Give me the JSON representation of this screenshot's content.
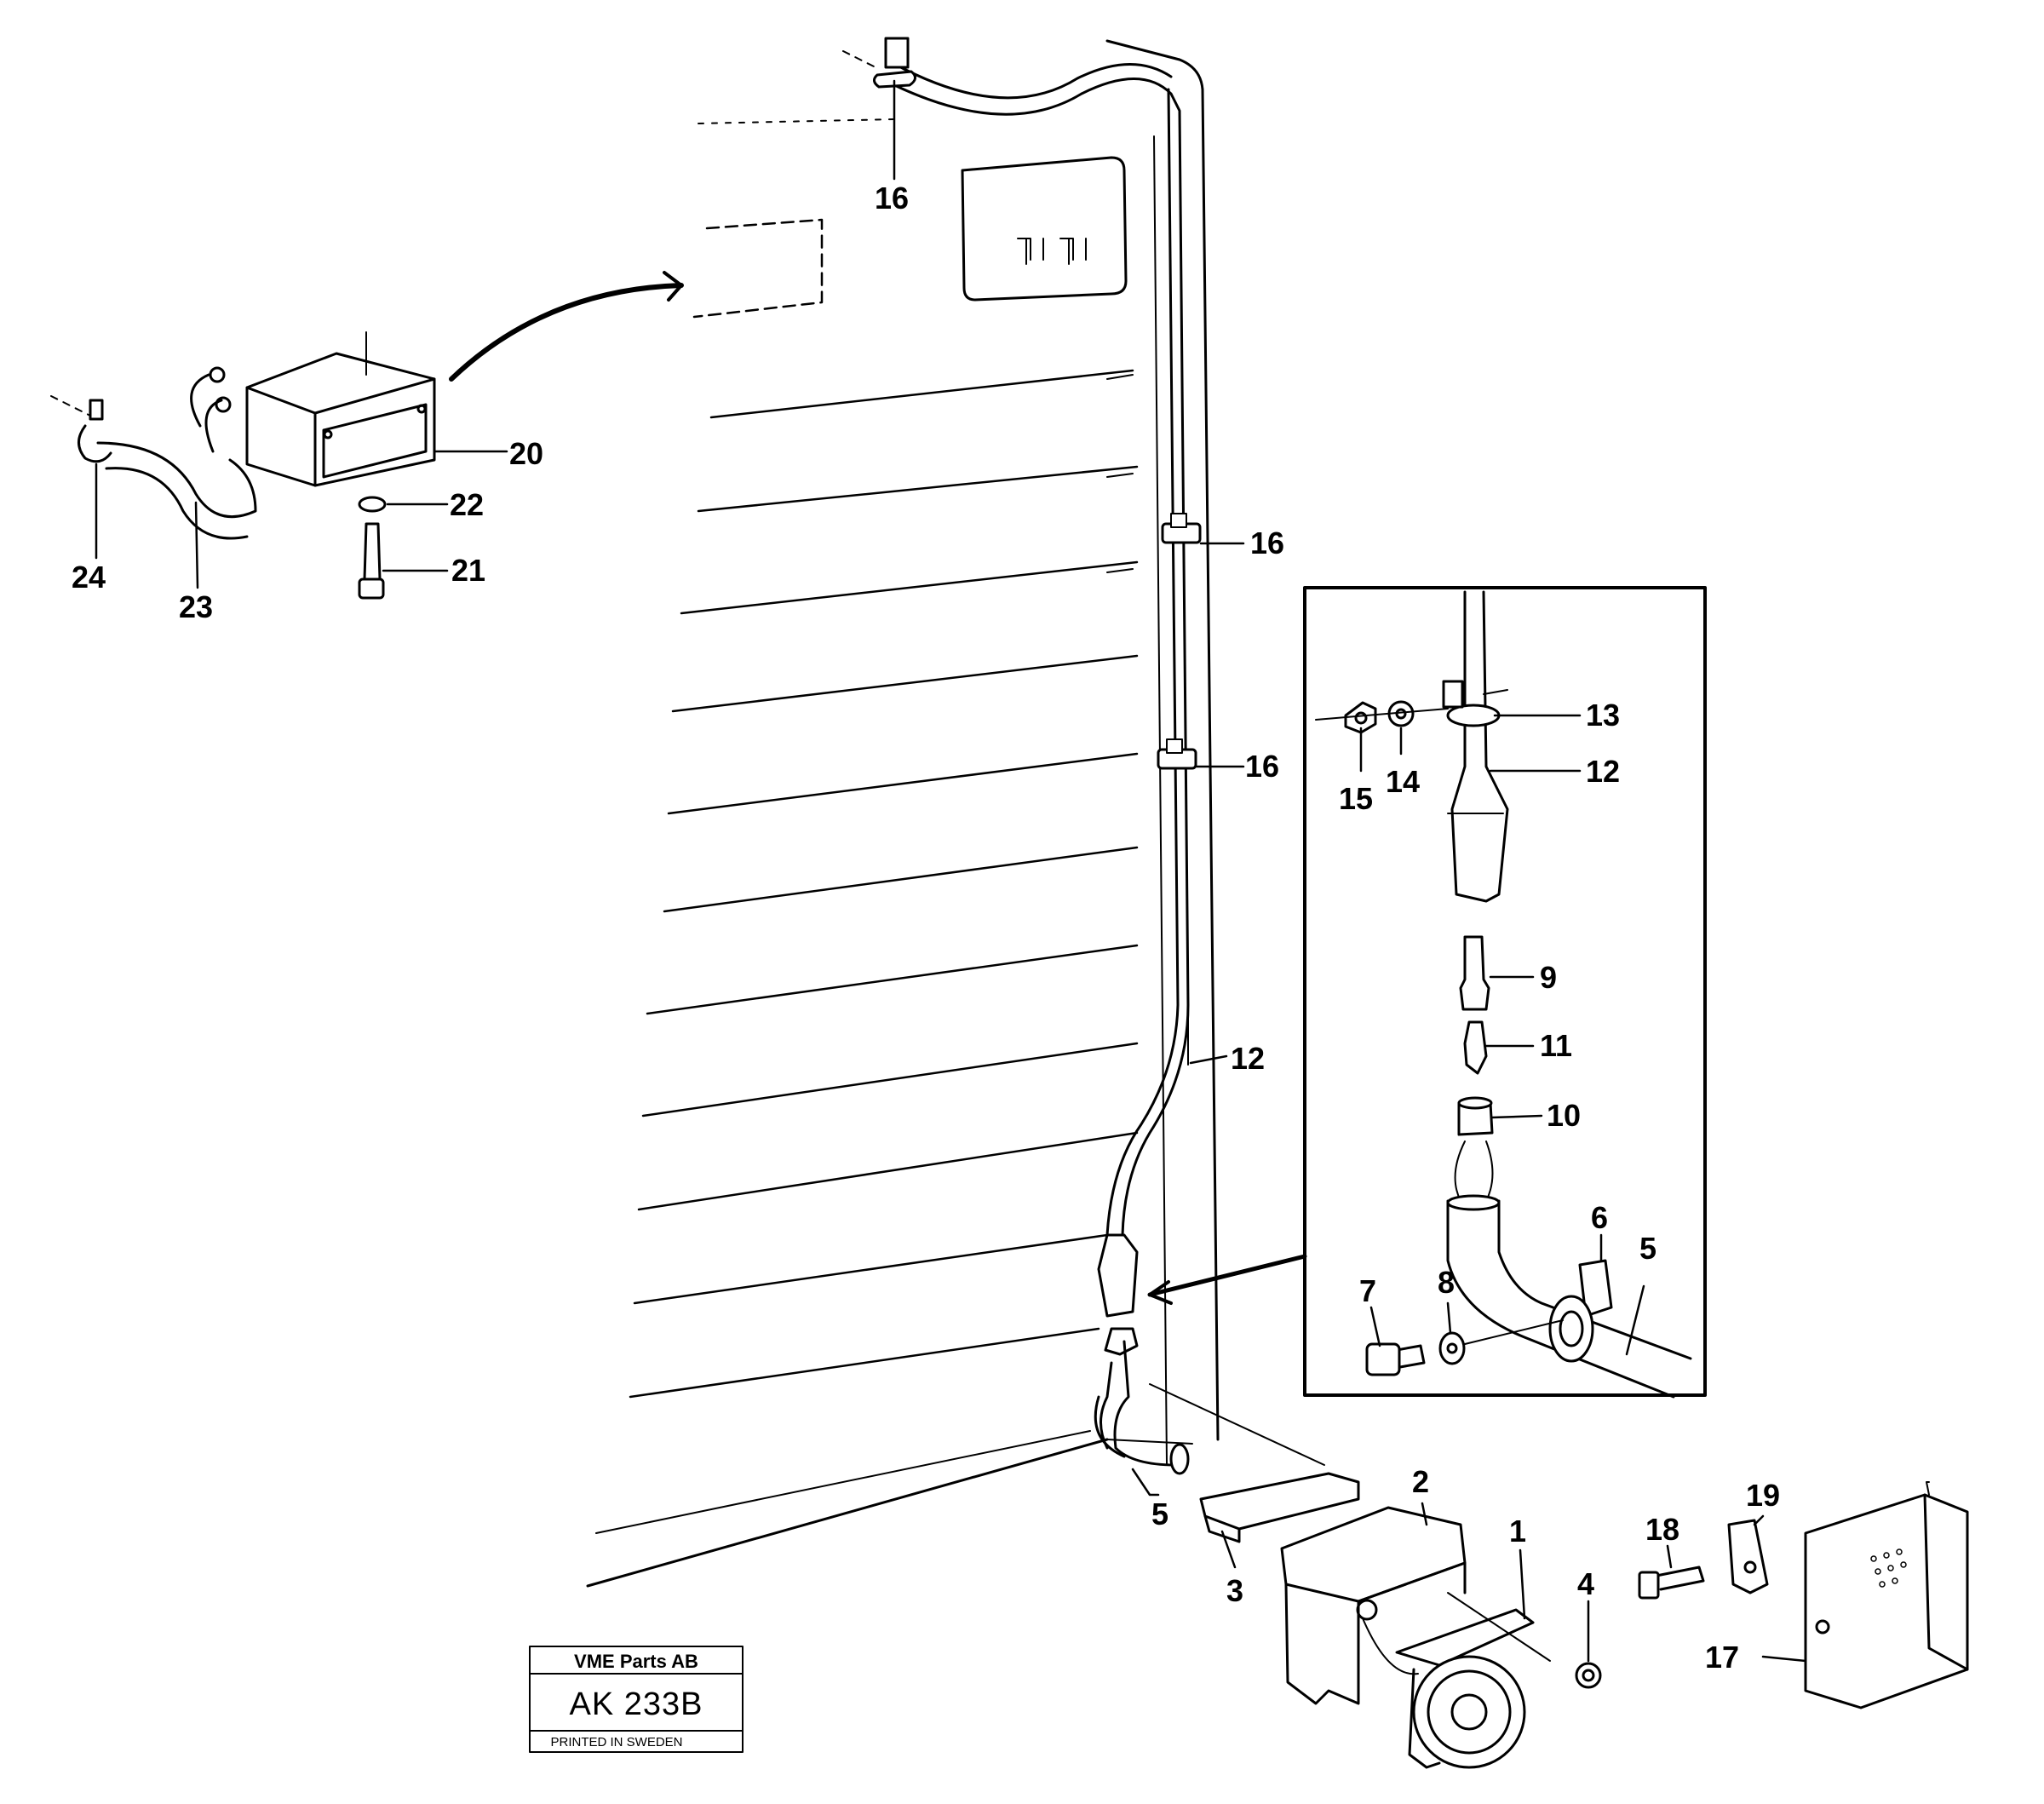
{
  "diagram": {
    "labels": [
      {
        "id": "l16a",
        "text": "16"
      },
      {
        "id": "l16b",
        "text": "16"
      },
      {
        "id": "l16c",
        "text": "16"
      },
      {
        "id": "l20",
        "text": "20"
      },
      {
        "id": "l22",
        "text": "22"
      },
      {
        "id": "l21",
        "text": "21"
      },
      {
        "id": "l24",
        "text": "24"
      },
      {
        "id": "l23",
        "text": "23"
      },
      {
        "id": "l13",
        "text": "13"
      },
      {
        "id": "l12a",
        "text": "12"
      },
      {
        "id": "l15",
        "text": "15"
      },
      {
        "id": "l14",
        "text": "14"
      },
      {
        "id": "l9",
        "text": "9"
      },
      {
        "id": "l11",
        "text": "11"
      },
      {
        "id": "l10",
        "text": "10"
      },
      {
        "id": "l12b",
        "text": "12"
      },
      {
        "id": "l6",
        "text": "6"
      },
      {
        "id": "l5a",
        "text": "5"
      },
      {
        "id": "l7",
        "text": "7"
      },
      {
        "id": "l8",
        "text": "8"
      },
      {
        "id": "l5b",
        "text": "5"
      },
      {
        "id": "l2",
        "text": "2"
      },
      {
        "id": "l1",
        "text": "1"
      },
      {
        "id": "l3",
        "text": "3"
      },
      {
        "id": "l4",
        "text": "4"
      },
      {
        "id": "l18",
        "text": "18"
      },
      {
        "id": "l19",
        "text": "19"
      },
      {
        "id": "l17",
        "text": "17"
      }
    ]
  },
  "stamp": {
    "company": "VME Parts AB",
    "code": "AK 233B",
    "footer": "PRINTED IN SWEDEN"
  }
}
